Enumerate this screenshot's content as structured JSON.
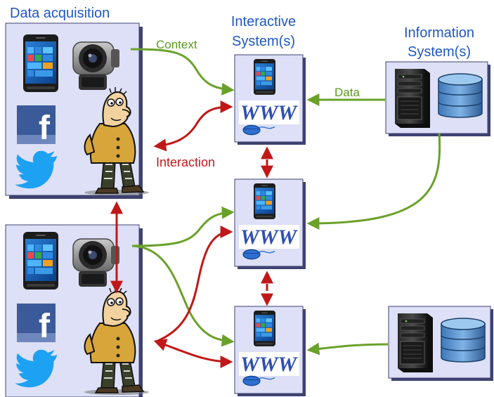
{
  "labels": {
    "data_acquisition": "Data acquisition",
    "interactive_line1": "Interactive",
    "interactive_line2": "System(s)",
    "information_line1": "Information",
    "information_line2": "System(s)",
    "context": "Context",
    "data": "Data",
    "interaction": "Interaction",
    "www": "WWW",
    "facebook_glyph": "f"
  },
  "colors": {
    "panel_fill": "#dde0f6",
    "panel_border": "#3e4270",
    "arrow_green": "#6aa12a",
    "arrow_red": "#c01818",
    "title_blue": "#1f57c4",
    "facebook": "#3b5a99",
    "twitter": "#1da1f2"
  },
  "icons": {
    "phone": "smartphone-icon",
    "camera": "camera-icon",
    "facebook": "facebook-icon",
    "twitter": "twitter-bird-icon",
    "person": "person-cartoon-icon",
    "server": "server-tower-icon",
    "database": "database-cylinder-icon",
    "mouse": "mouse-icon"
  }
}
